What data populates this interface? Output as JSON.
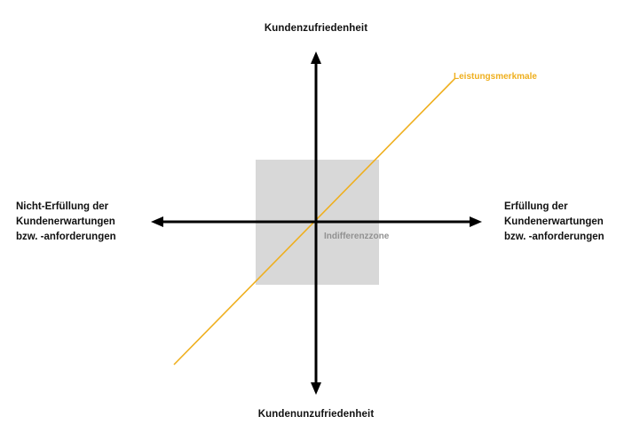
{
  "diagram": {
    "type": "kano-model-quadrant",
    "background_color": "#FFFFFF",
    "axes": {
      "vertical": {
        "top_label": "Kundenzufriedenheit",
        "bottom_label": "Kundenunzufriedenheit",
        "color": "#000000"
      },
      "horizontal": {
        "left_label_lines": [
          "Nicht-Erfüllung der",
          "Kundenerwartungen",
          "bzw. -anforderungen"
        ],
        "right_label_lines": [
          "Erfüllung der",
          "Kundenerwartungen",
          "bzw. -anforderungen"
        ],
        "color": "#000000"
      }
    },
    "zone": {
      "label": "Indifferenzzone",
      "fill_color": "#D8D8D8",
      "label_color": "#919191"
    },
    "series": {
      "label": "Leistungsmerkmale",
      "color": "#EFAF1E",
      "shape": "straight-diagonal-line",
      "description": "linear performance attribute line through origin"
    }
  },
  "chart_data": {
    "type": "line",
    "title": "",
    "xlabel": "Erfüllung der Kundenerwartungen bzw. -anforderungen",
    "ylabel": "Kundenzufriedenheit",
    "xlim": [
      -1,
      1
    ],
    "ylim": [
      -1,
      1
    ],
    "grid": false,
    "legend_position": "inline-end-of-line",
    "annotations": [
      {
        "text": "Indifferenzzone",
        "x": 0.08,
        "y": -0.09,
        "color": "#919191"
      },
      {
        "text": "Leistungsmerkmale",
        "x": 0.85,
        "y": 0.87,
        "color": "#EFAF1E"
      }
    ],
    "shaded_regions": [
      {
        "name": "Indifferenzzone",
        "x0": -0.37,
        "x1": 0.38,
        "y0": -0.37,
        "y1": 0.37,
        "color": "#D8D8D8"
      }
    ],
    "series": [
      {
        "name": "Leistungsmerkmale",
        "color": "#EFAF1E",
        "x": [
          -0.85,
          0.0,
          0.85
        ],
        "values": [
          -0.85,
          0.0,
          0.85
        ]
      }
    ],
    "axis_ticks": {
      "x": [],
      "y": []
    }
  }
}
